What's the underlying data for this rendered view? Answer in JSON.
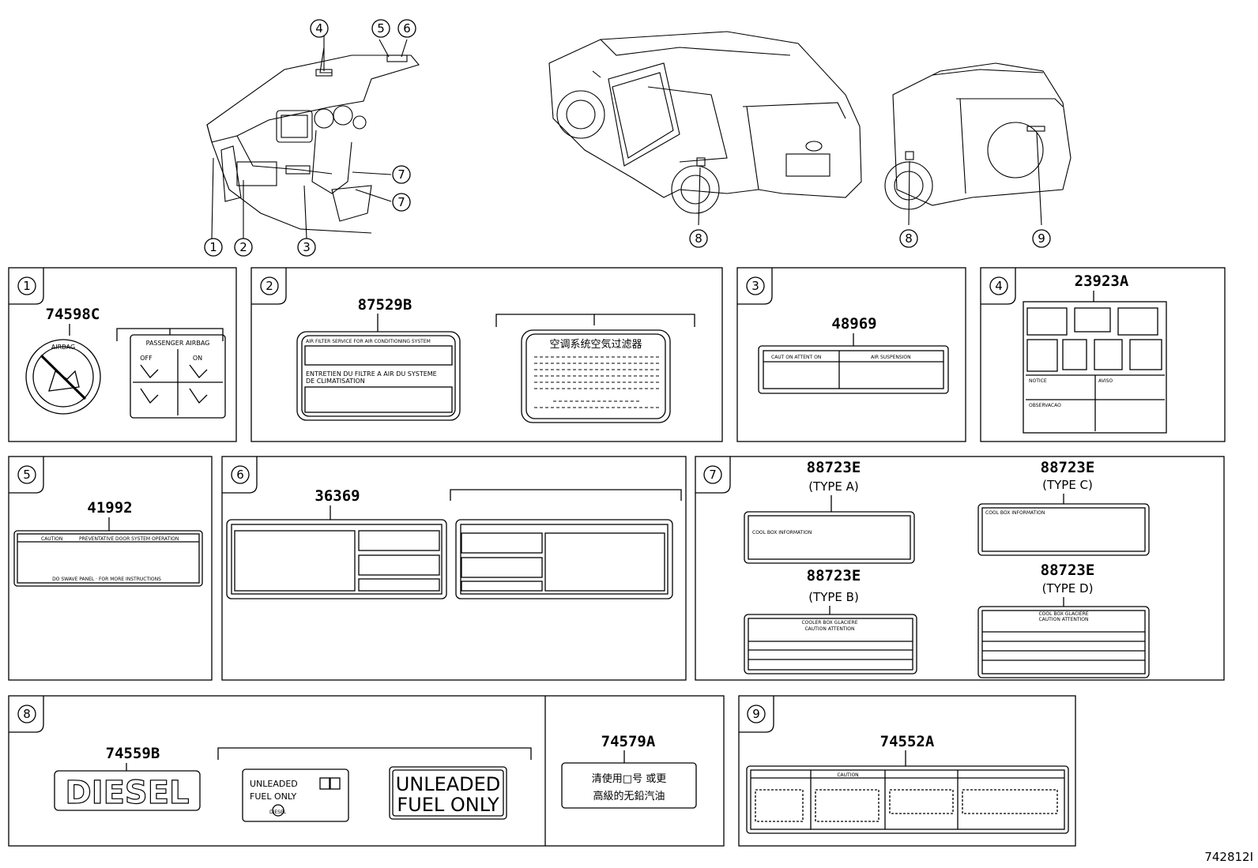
{
  "diagram_id": "742812I",
  "callouts": [
    "1",
    "2",
    "3",
    "4",
    "5",
    "6",
    "7",
    "8",
    "9"
  ],
  "panels": {
    "p1": {
      "num": "1",
      "part": "74598C",
      "airbag_ring": "AIRBAG",
      "label_title": "PASSENGER AIRBAG",
      "off": "OFF",
      "on": "ON"
    },
    "p2": {
      "num": "2",
      "part": "87529B",
      "line1": "AIR FILTER SERVICE FOR AIR CONDITIONING SYSTEM",
      "line2": "ENTRETIEN DU FILTRE A AIR DU SYSTEME",
      "line3": "DE CLIMATISATION",
      "cn_title": "空调系统空気过滤器"
    },
    "p3": {
      "num": "3",
      "part": "48969",
      "h1": "CAUT ON ATTENT ON",
      "h2": "AIR SUSPENSION"
    },
    "p4": {
      "num": "4",
      "part": "23923A",
      "notice": "NOTICE",
      "aviso": "AVISO",
      "observ": "OBSERVACAO"
    },
    "p5": {
      "num": "5",
      "part": "41992",
      "h1": "CAUTION",
      "h2": "PREVENTATIVE DOOR SYSTEM OPERATION",
      "foot": "DO SWAVE PANEL · FOR MORE INSTRUCTIONS"
    },
    "p6": {
      "num": "6",
      "part": "36369"
    },
    "p7": {
      "num": "7",
      "a": {
        "part": "88723E",
        "type": "(TYPE A)",
        "txt": "COOL BOX INFORMATION"
      },
      "b": {
        "part": "88723E",
        "type": "(TYPE B)",
        "txt": "COOLER BOX   GLACIERE",
        "cap": "CAUTION    ATTENTION"
      },
      "c": {
        "part": "88723E",
        "type": "(TYPE C)",
        "txt": "COOL BOX INFORMATION"
      },
      "d": {
        "part": "88723E",
        "type": "(TYPE D)",
        "txt": "COOL BOX   GLACIERE",
        "cap": "CAUTION ATTENTION"
      }
    },
    "p8": {
      "num": "8",
      "part1": "74559B",
      "diesel": "DIESEL",
      "u1": "UNLEADED",
      "u2": "FUEL ONLY",
      "small_diesel": "DIESEL",
      "big1": "UNLEADED",
      "big2": "FUEL ONLY",
      "part2": "74579A",
      "cn1": "清使用□号 或更",
      "cn2": "高級的无鉛汽油"
    },
    "p9": {
      "num": "9",
      "part": "74552A",
      "caution": "CAUTION"
    }
  }
}
